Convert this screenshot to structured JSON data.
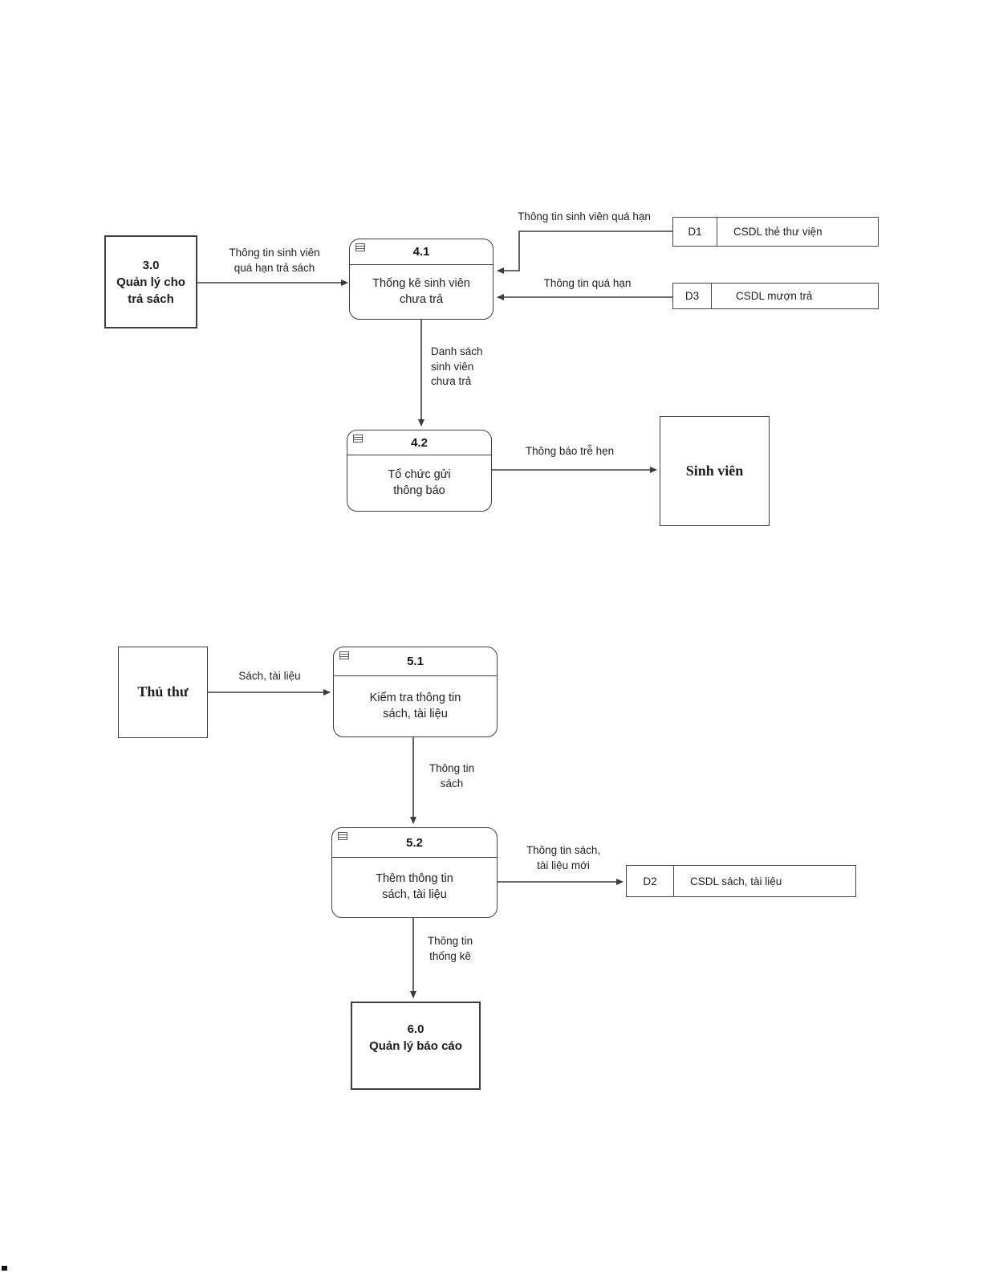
{
  "colors": {
    "stroke": "#3f3f3f",
    "arrow": "#3a3a3a",
    "text": "#222222",
    "background": "#ffffff"
  },
  "nodes": {
    "ext_30": {
      "label": "3.0\nQuản lý cho\ntrả sách"
    },
    "proc_41": {
      "id": "4.1",
      "label": "Thống kê sinh viên\nchưa trả"
    },
    "store_d1": {
      "id": "D1",
      "label": "CSDL thẻ thư viện"
    },
    "store_d3": {
      "id": "D3",
      "label": "CSDL mượn trả"
    },
    "proc_42": {
      "id": "4.2",
      "label": "Tổ chức gửi\nthông báo"
    },
    "ext_sinh_vien": {
      "label": "Sinh viên"
    },
    "ext_thu_thu": {
      "label": "Thủ thư"
    },
    "proc_51": {
      "id": "5.1",
      "label": "Kiểm tra thông tin\nsách, tài liệu"
    },
    "proc_52": {
      "id": "5.2",
      "label": "Thêm thông tin\nsách, tài liệu"
    },
    "store_d2": {
      "id": "D2",
      "label": "CSDL sách, tài liệu"
    },
    "ext_60": {
      "label": "6.0\nQuản lý báo cáo"
    }
  },
  "flows": {
    "f30_to_41": "Thông tin sinh viên\nquá hạn trả sách",
    "d1_to_41": "Thông tin sinh viên quá hạn",
    "d3_to_41": "Thông tin quá hạn",
    "f41_to_42": "Danh sách\nsinh viên\nchưa trả",
    "f42_to_sv": "Thông báo trễ hẹn",
    "tt_to_51": "Sách, tài liệu",
    "f51_to_52": "Thông tin\nsách",
    "f52_to_d2": "Thông tin sách,\ntài liệu mới",
    "f52_to_60": "Thông tin\nthống kê"
  }
}
